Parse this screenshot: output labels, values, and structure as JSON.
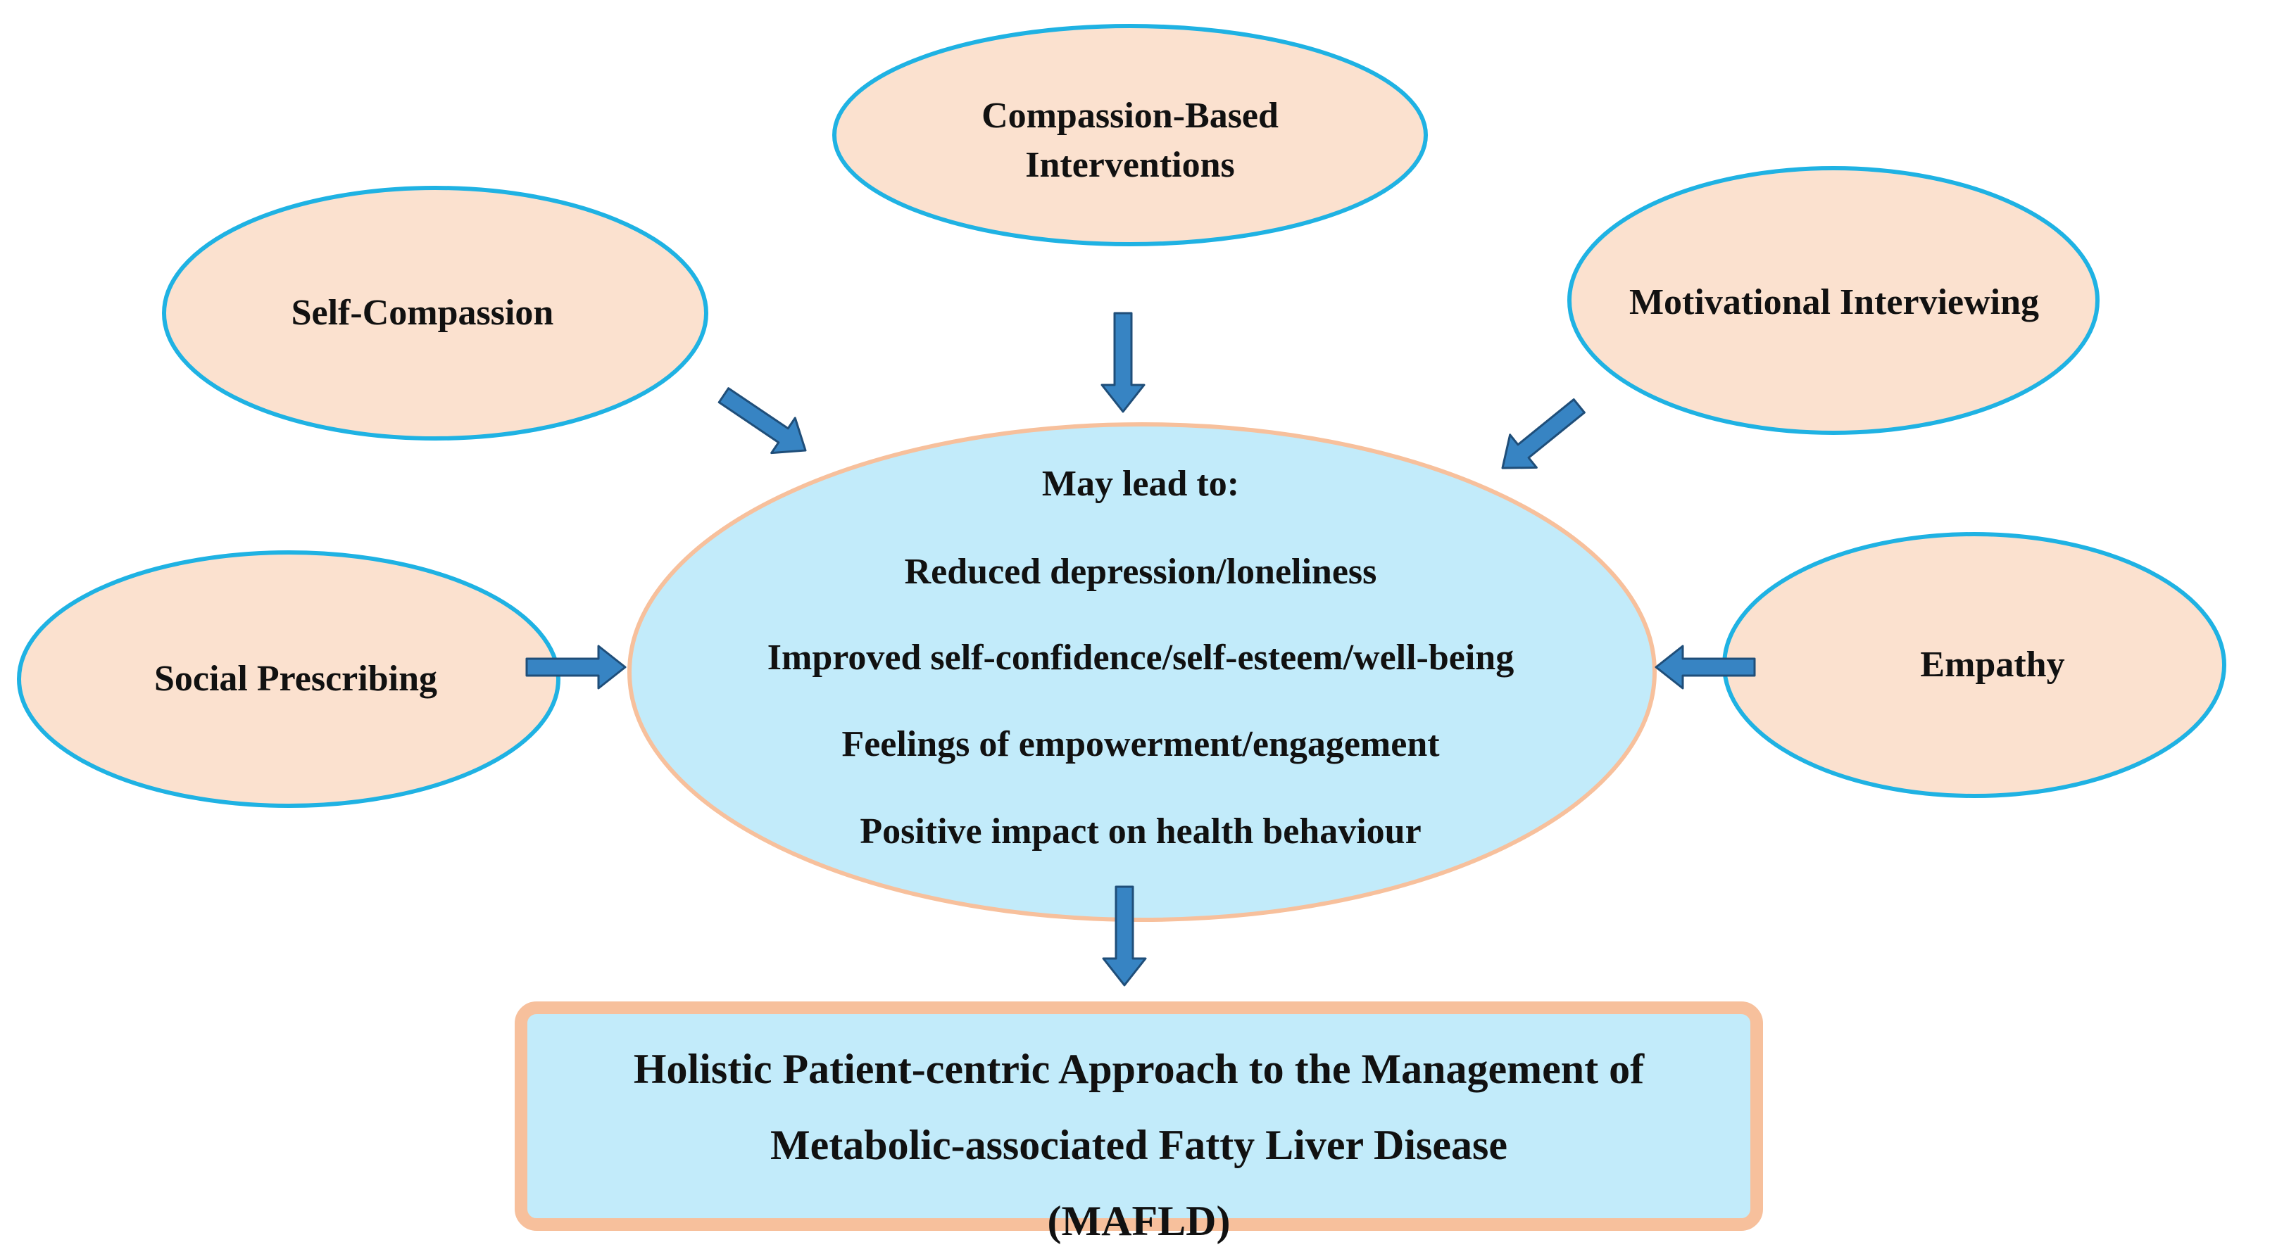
{
  "satellites": {
    "compassion_based": {
      "line1": "Compassion-Based",
      "line2": "Interventions"
    },
    "self_compassion": "Self-Compassion",
    "motivational_interviewing": "Motivational Interviewing",
    "social_prescribing": "Social Prescribing",
    "empathy": "Empathy"
  },
  "center": {
    "heading": "May lead to:",
    "outcomes": [
      "Reduced depression/loneliness",
      "Improved self-confidence/self-esteem/well-being",
      "Feelings of empowerment/engagement",
      "Positive impact on health behaviour"
    ]
  },
  "result": {
    "line1": "Holistic Patient-centric Approach to the Management of",
    "line2": "Metabolic-associated Fatty Liver Disease",
    "line3": "(MAFLD)"
  },
  "colors": {
    "satellite_fill": "#FBE1CF",
    "satellite_stroke": "#1FB2E3",
    "center_fill": "#C2EBFA",
    "center_stroke": "#F7C09C",
    "result_fill": "#C2EBFA",
    "result_stroke": "#F7C09C",
    "arrow_fill": "#3784C3",
    "arrow_stroke": "#1F4E79"
  }
}
